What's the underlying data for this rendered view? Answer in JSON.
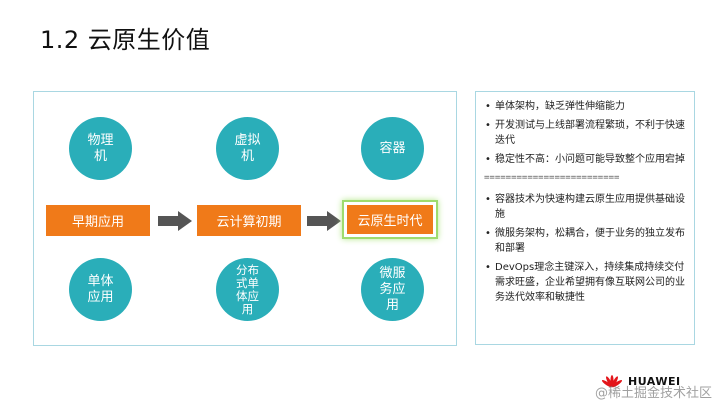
{
  "title": "1.2 云原生价值",
  "diagram": {
    "top_circles": [
      "物理\n机",
      "虚拟\n机",
      "容器"
    ],
    "boxes": [
      "早期应用",
      "云计算初期",
      "云原生时代"
    ],
    "bottom_circles": [
      "单体\n应用",
      "分布\n式单\n体应\n用",
      "微服\n务应\n用"
    ]
  },
  "notes": {
    "before": [
      "单体架构，缺乏弹性伸缩能力",
      "开发测试与上线部署流程繁琐，不利于快速迭代",
      "稳定性不高：小问题可能导致整个应用宕掉"
    ],
    "separator": "=========================",
    "after": [
      "容器技术为快速构建云原生应用提供基础设施",
      "微服务架构，松耦合，便于业务的独立发布和部署",
      "DevOps理念主键深入，持续集成持续交付需求旺盛，企业希望拥有像互联网公司的业务迭代效率和敏捷性"
    ]
  },
  "footer": {
    "brand": "HUAWEI",
    "watermark": "@稀土掘金技术社区"
  },
  "colors": {
    "teal": "#2aaeb9",
    "orange": "#f07a19",
    "border": "#a9d7e2",
    "arrow": "#555555",
    "glow": "#9fdc6e",
    "logo_red": "#e3151a"
  }
}
